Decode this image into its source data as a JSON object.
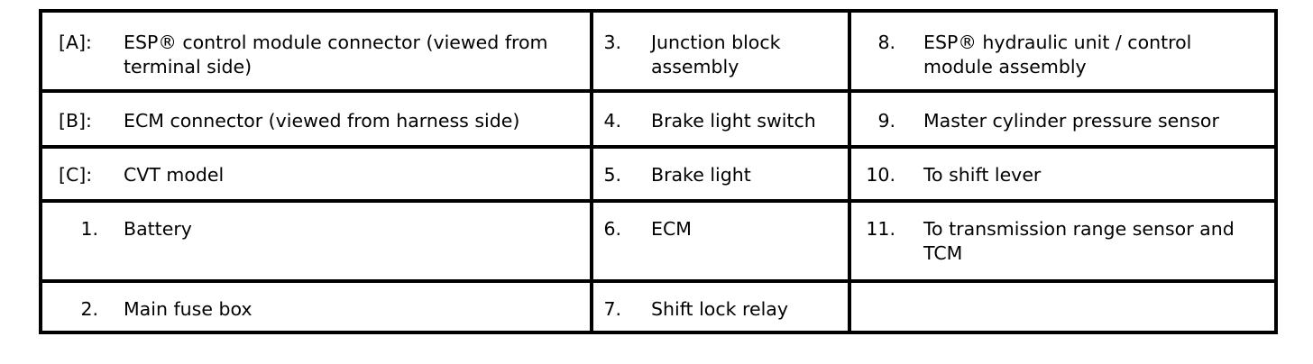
{
  "legend": {
    "rows": [
      {
        "c1": {
          "key": "[A]:",
          "text": "ESP® control module connector (viewed from terminal side)"
        },
        "c2": {
          "key": "3.",
          "text": "Junction block assembly"
        },
        "c3": {
          "key": "8.",
          "text": "ESP® hydraulic unit / control module assembly"
        }
      },
      {
        "c1": {
          "key": "[B]:",
          "text": "ECM connector (viewed from harness side)"
        },
        "c2": {
          "key": "4.",
          "text": "Brake light switch"
        },
        "c3": {
          "key": "9.",
          "text": "Master cylinder pressure sensor"
        }
      },
      {
        "c1": {
          "key": "[C]:",
          "text": "CVT model"
        },
        "c2": {
          "key": "5.",
          "text": "Brake light"
        },
        "c3": {
          "key": "10.",
          "text": "To shift lever"
        }
      },
      {
        "c1": {
          "key": "1.",
          "text": "Battery"
        },
        "c2": {
          "key": "6.",
          "text": "ECM"
        },
        "c3": {
          "key": "11.",
          "text": "To transmission range sensor and TCM"
        }
      },
      {
        "c1": {
          "key": "2.",
          "text": "Main fuse box"
        },
        "c2": {
          "key": "7.",
          "text": "Shift lock relay"
        },
        "c3": {
          "key": "",
          "text": ""
        }
      }
    ]
  }
}
